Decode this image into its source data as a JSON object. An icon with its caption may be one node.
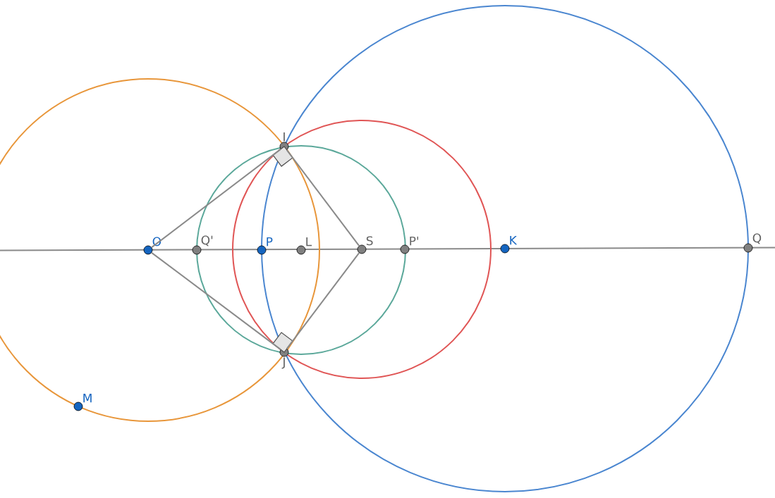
{
  "diagram": {
    "nodes": [
      {
        "text": [
          "O"
        ]
      },
      {
        "text": [
          "Q'"
        ]
      },
      {
        "text": [
          "P"
        ]
      },
      {
        "text": [
          "L"
        ]
      },
      {
        "text": [
          "S"
        ]
      },
      {
        "text": [
          "P'"
        ]
      },
      {
        "text": [
          "K"
        ]
      },
      {
        "text": [
          "Q"
        ]
      },
      {
        "text": [
          "I"
        ]
      },
      {
        "text": [
          "J"
        ]
      },
      {
        "text": [
          "M"
        ]
      }
    ],
    "edges": [
      {
        "from": 0,
        "to": 8,
        "arrow": "none"
      },
      {
        "from": 0,
        "to": 9,
        "arrow": "none"
      },
      {
        "from": 8,
        "to": 4,
        "arrow": "none"
      },
      {
        "from": 9,
        "to": 4,
        "arrow": "none"
      }
    ]
  }
}
